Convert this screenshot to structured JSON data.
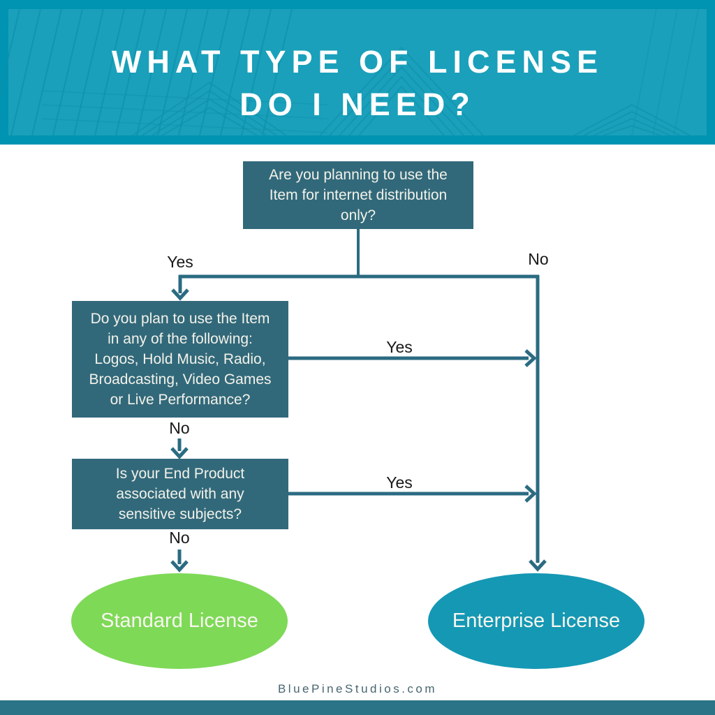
{
  "header": {
    "title_line1": "WHAT TYPE OF LICENSE",
    "title_line2": "DO I NEED?"
  },
  "flowchart": {
    "question1": {
      "text": "Are you planning to use the\nItem for internet distribution\nonly?",
      "yes_label": "Yes",
      "no_label": "No"
    },
    "question2": {
      "text": "Do you plan to use the Item\nin any of the following:\nLogos, Hold Music, Radio,\nBroadcasting, Video Games\nor Live Performance?",
      "yes_label": "Yes",
      "no_label": "No"
    },
    "question3": {
      "text": "Is your End Product\nassociated with any\nsensitive subjects?",
      "yes_label": "Yes",
      "no_label": "No"
    },
    "outcome_standard": "Standard License",
    "outcome_enterprise": "Enterprise License"
  },
  "footer": {
    "website": "BluePineStudios.com"
  },
  "colors": {
    "header_band": "#0093b2",
    "header_inner": "#1aa0ba",
    "question_box": "#32697a",
    "connector": "#2b6b82",
    "standard_green": "#7ed957",
    "enterprise_teal": "#1598b4",
    "bottom_bar": "#2b7386"
  }
}
